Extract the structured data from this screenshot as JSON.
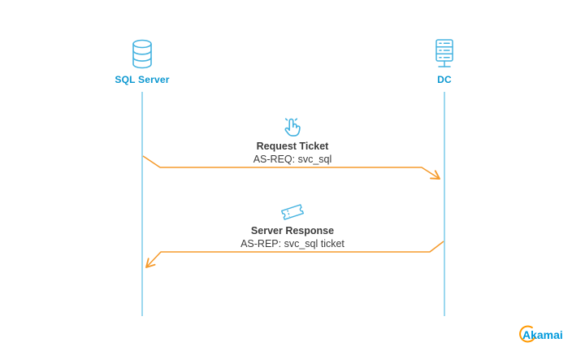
{
  "actors": [
    {
      "name": "SQL Server",
      "icon": "database-icon"
    },
    {
      "name": "DC",
      "icon": "server-icon"
    }
  ],
  "messages": [
    {
      "title": "Request Ticket",
      "detail": "AS-REQ: svc_sql",
      "icon": "tap-hand-icon",
      "from": "SQL Server",
      "to": "DC"
    },
    {
      "title": "Server Response",
      "detail": "AS-REP: svc_sql ticket",
      "icon": "ticket-icon",
      "from": "DC",
      "to": "SQL Server"
    }
  ],
  "logo": {
    "text": "Akamai"
  },
  "colors": {
    "icon_blue": "#45b3e0",
    "lifeline_blue": "#7ccbea",
    "actor_label_blue": "#0b97d0",
    "arrow_orange": "#f59b2d",
    "text_dark": "#3c3c3c",
    "logo_blue": "#0099db",
    "logo_orange": "#ff9900"
  }
}
